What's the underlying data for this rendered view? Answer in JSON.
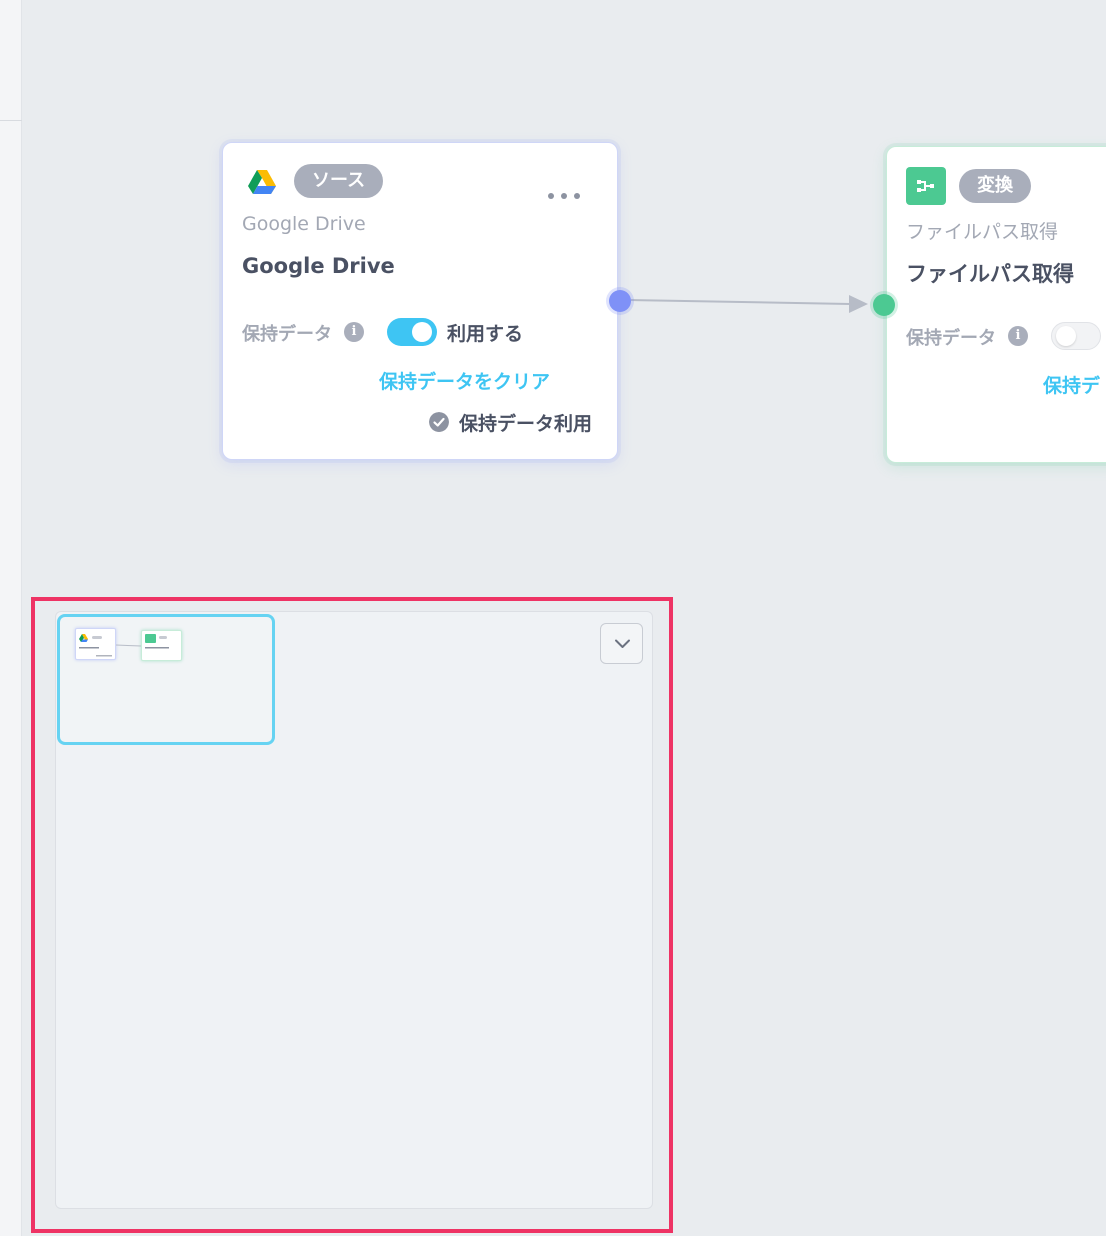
{
  "colors": {
    "canvas_bg": "#e9ecef",
    "source_accent": "#7f91f7",
    "transform_accent": "#4cc992",
    "link": "#3ec5f3",
    "pill_bg": "#a9aebb",
    "minimap_highlight": "#ee3364"
  },
  "source_node": {
    "badge": "ソース",
    "service_name": "Google Drive",
    "title": "Google Drive",
    "retained_data_label": "保持データ",
    "toggle_on": true,
    "toggle_label": "利用する",
    "clear_link": "保持データをクリア",
    "status": "保持データ利用",
    "icon": "google-drive-icon"
  },
  "transform_node": {
    "badge": "変換",
    "subtitle": "ファイルパス取得",
    "title": "ファイルパス取得",
    "retained_data_label": "保持データ",
    "toggle_on": false,
    "clear_link_partial": "保持デ",
    "icon": "transform-icon"
  },
  "minimap": {
    "collapse_icon": "chevron-down-icon"
  }
}
